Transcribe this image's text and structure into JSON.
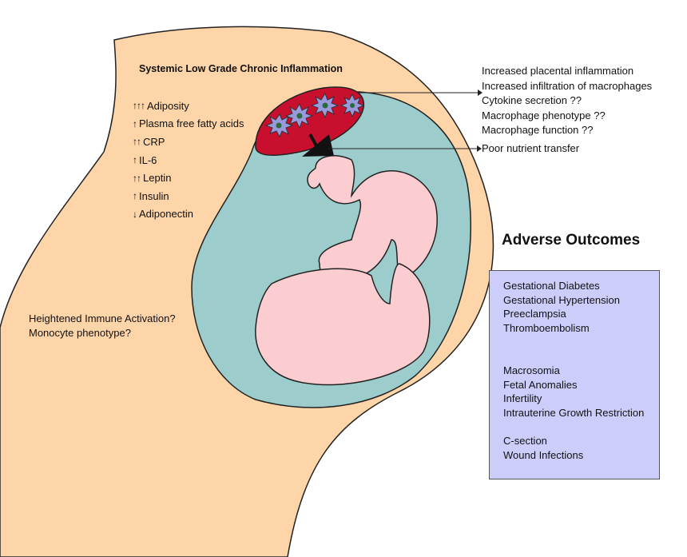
{
  "title": "Systemic Low Grade Chronic Inflammation",
  "markers": [
    {
      "arrows": "↑↑↑",
      "label": "Adiposity"
    },
    {
      "arrows": "↑",
      "label": "Plasma free fatty acids"
    },
    {
      "arrows": "↑↑",
      "label": "CRP"
    },
    {
      "arrows": "↑",
      "label": "IL-6"
    },
    {
      "arrows": "↑↑",
      "label": "Leptin"
    },
    {
      "arrows": "↑",
      "label": "Insulin"
    },
    {
      "arrows": "↓",
      "label": "Adiponectin"
    }
  ],
  "placental_effects": [
    "Increased placental inflammation",
    "Increased infiltration of macrophages",
    "Cytokine secretion ??",
    "Macrophage phenotype ??",
    "Macrophage function ??"
  ],
  "nutrient_label": "Poor nutrient transfer",
  "immune_lines": [
    "Heightened Immune Activation?",
    "Monocyte phenotype?"
  ],
  "outcomes_heading": "Adverse Outcomes",
  "outcome_groups": [
    [
      "Gestational Diabetes",
      "Gestational Hypertension",
      "Preeclampsia",
      "Thromboembolism"
    ],
    [
      "Macrosomia",
      "Fetal Anomalies",
      "Infertility",
      "Intrauterine Growth Restriction"
    ],
    [
      "C-section",
      "Wound Infections"
    ]
  ],
  "colors": {
    "body": "#fdd5a9",
    "amniotic": "#9ccccb",
    "fetus": "#fbcdd0",
    "placenta": "#c8102e",
    "macrophage": "#9999dd",
    "outcome_box": "#cdcdfb"
  }
}
